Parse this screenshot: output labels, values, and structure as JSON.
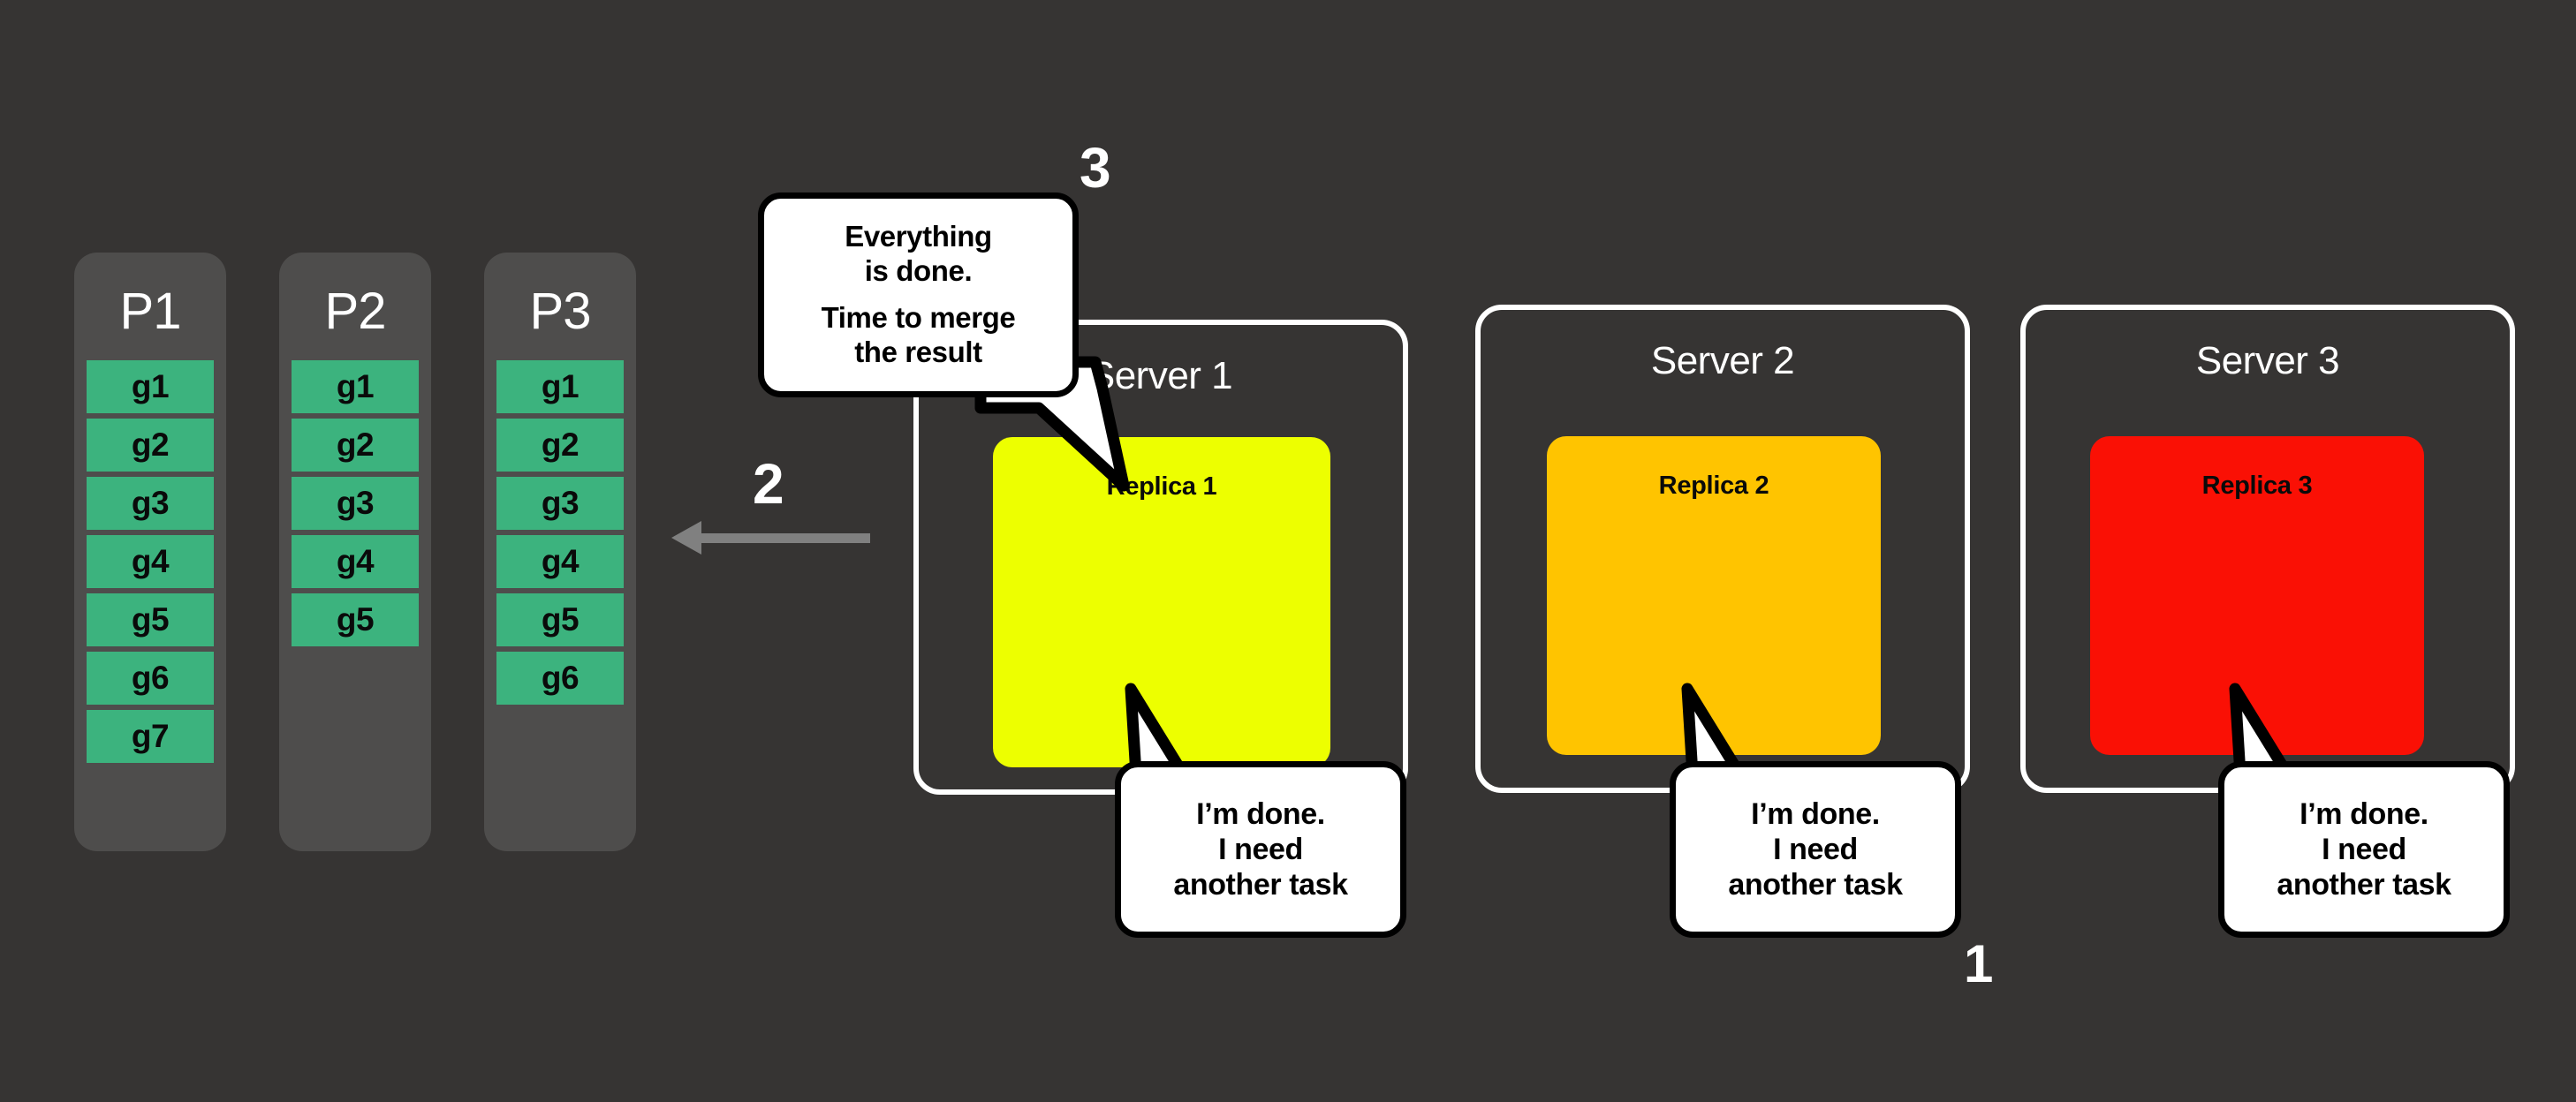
{
  "background_color": "#363433",
  "colors": {
    "panel": "#4E4D4C",
    "chunk_green": "#3CB37E",
    "replica_1": "#EDFF00",
    "replica_2": "#FFC400",
    "replica_3": "#FA1005",
    "outline_white": "#FFFFFF",
    "arrow_gray": "#808080",
    "bubble_fill": "#FFFFFF",
    "bubble_stroke": "#000000"
  },
  "partitions": [
    {
      "title": "P1",
      "chunks": [
        "g1",
        "g2",
        "g3",
        "g4",
        "g5",
        "g6",
        "g7"
      ]
    },
    {
      "title": "P2",
      "chunks": [
        "g1",
        "g2",
        "g3",
        "g4",
        "g5"
      ]
    },
    {
      "title": "P3",
      "chunks": [
        "g1",
        "g2",
        "g3",
        "g4",
        "g5",
        "g6"
      ]
    }
  ],
  "servers": [
    {
      "title": "Server 1",
      "replica_label": "Replica 1",
      "replica_color": "#EDFF00"
    },
    {
      "title": "Server 2",
      "replica_label": "Replica 2",
      "replica_color": "#FFC400"
    },
    {
      "title": "Server 3",
      "replica_label": "Replica 3",
      "replica_color": "#FA1005"
    }
  ],
  "bubbles": {
    "merge": {
      "line1": "Everything",
      "line2": "is done.",
      "line3": "Time to merge",
      "line4": "the result"
    },
    "task": {
      "line1": "I’m done.",
      "line2": "I need",
      "line3": "another task"
    }
  },
  "step_labels": {
    "one": "1",
    "two": "2",
    "three": "3"
  }
}
